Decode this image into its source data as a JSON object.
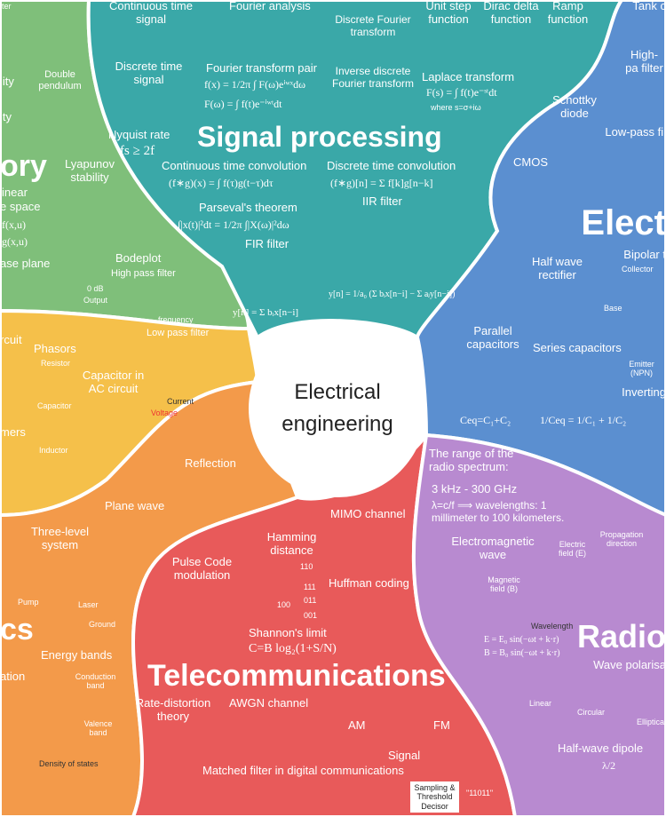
{
  "colors": {
    "control": "#7fbf7a",
    "signal": "#3aa8a8",
    "electronics": "#5b8fd0",
    "circuits": "#f5c04a",
    "optics": "#f39a4a",
    "telecom": "#e85a5a",
    "radio": "#b88ad0"
  },
  "center": {
    "line1": "Electrical",
    "line2": "engineering"
  },
  "control": {
    "title": "ory",
    "double_pendulum": "Double pendulum",
    "lyapunov": "Lyapunov stability",
    "state_space": "e space",
    "linear": "inear",
    "fx": "f(x,u)",
    "gx": "g(x,u)",
    "phase_plane": "ase plane",
    "bodeplot": "Bodeplot",
    "high_pass": "High pass filter",
    "low_pass": "Low pass filter",
    "frequency": "frequency",
    "output": "Output",
    "zero_db": "0 dB",
    "lter": "lter",
    "lity": "lity",
    "ity": "ity"
  },
  "signal": {
    "title": "Signal processing",
    "continuous_time": "Continuous time signal",
    "discrete_time": "Discrete time signal",
    "fourier_analysis": "Fourier analysis",
    "discrete_fourier": "Discrete Fourier transform",
    "inverse_dft": "Inverse discrete Fourier transform",
    "unit_step": "Unit step function",
    "dirac": "Dirac delta function",
    "ramp": "Ramp function",
    "fourier_pair": "Fourier transform pair",
    "laplace": "Laplace transform",
    "laplace_eq": "F(s) = ∫ f(t)e⁻ˢᵗdt",
    "laplace_where": "where s=σ+iω",
    "nyquist": "Nyquist rate",
    "nyquist_eq": "fs ≥ 2f",
    "ct_conv": "Continuous time convolution",
    "ct_conv_eq": "(f∗g)(x) = ∫ f(τ)g(t−τ)dτ",
    "dt_conv": "Discrete time convolution",
    "dt_conv_eq": "(f∗g)[n] = Σ f[k]g[n−k]",
    "parseval": "Parseval's theorem",
    "parseval_eq": "∫|x(t)|²dt = 1/2π ∫|X(ω)|²dω",
    "fir": "FIR filter",
    "fir_eq": "y[n] = Σ bᵢx[n−i]",
    "iir": "IIR filter",
    "iir_eq": "y[n] = 1/a₀ (Σ bᵢx[n−i] − Σ aⱼy[n−j])",
    "ft_eq1": "f(x) = 1/2π ∫ F(ω)eⁱʷˣdω",
    "ft_eq2": "F(ω) = ∫ f(t)e⁻ⁱʷᵗdt"
  },
  "electronics": {
    "title": "Elect",
    "tank": "Tank c",
    "high_pass": "High-pa filter",
    "schottky": "Schottky diode",
    "low_pass": "Low-pass fil",
    "cmos": "CMOS",
    "half_wave": "Half wave rectifier",
    "bipolar": "Bipolar t",
    "collector": "Collector",
    "base": "Base",
    "emitter": "Emitter (NPN)",
    "parallel_caps": "Parallel capacitors",
    "series_caps": "Series capacitors",
    "ceq_par": "Ceq=C₁+C₂",
    "ceq_ser": "1/Ceq = 1/C₁ + 1/C₂",
    "inverting": "Inverting"
  },
  "circuits": {
    "phasors": "Phasors",
    "resistor": "Resistor",
    "capacitor": "Capacitor",
    "inductor": "Inductor",
    "cap_ac": "Capacitor in AC circuit",
    "voltage": "Voltage",
    "current": "Current",
    "rcuit": "rcuit",
    "mers": "mers"
  },
  "optics": {
    "title": "cs",
    "reflection": "Reflection",
    "plane_wave": "Plane wave",
    "three_level": "Three-level system",
    "pump": "Pump",
    "laser": "Laser",
    "ground": "Ground",
    "energy_bands": "Energy bands",
    "conduction": "Conduction band",
    "valence": "Valence band",
    "dos": "Density of states",
    "ation": "ation"
  },
  "telecom": {
    "title": "Telecommunications",
    "hamming": "Hamming distance",
    "mimo": "MIMO channel",
    "pcm": "Pulse Code modulation",
    "huffman": "Huffman coding",
    "shannon": "Shannon's limit",
    "shannon_eq": "C=B log₂(1+S/N)",
    "rate_distortion": "Rate-distortion theory",
    "awgn": "AWGN channel",
    "am": "AM",
    "fm": "FM",
    "signal": "Signal",
    "matched": "Matched filter in digital communications",
    "sampling": "Sampling & Threshold Decisor",
    "bits": "\"11011\"",
    "cube": [
      "110",
      "111",
      "100",
      "011",
      "001"
    ]
  },
  "radio": {
    "title": "Radio",
    "spectrum": "The range of the radio spectrum:",
    "range": "3 kHz - 300 GHz",
    "wavelength": "λ=c/f ⟹ wavelengths: 1 millimeter to 100 kilometers.",
    "em_wave": "Electromagnetic wave",
    "electric_field": "Electric field (E)",
    "magnetic_field": "Magnetic field (B)",
    "propagation": "Propagation direction",
    "wavelength_lbl": "Wavelength",
    "eq1": "E = E₀ sin(−ωt + k·r)",
    "eq2": "B = B₀ sin(−ωt + k·r)",
    "polarisation": "Wave polarisa",
    "linear": "Linear",
    "circular": "Circular",
    "elliptical": "Elliptical",
    "dipole": "Half-wave dipole",
    "lambda_half": "λ/2"
  }
}
